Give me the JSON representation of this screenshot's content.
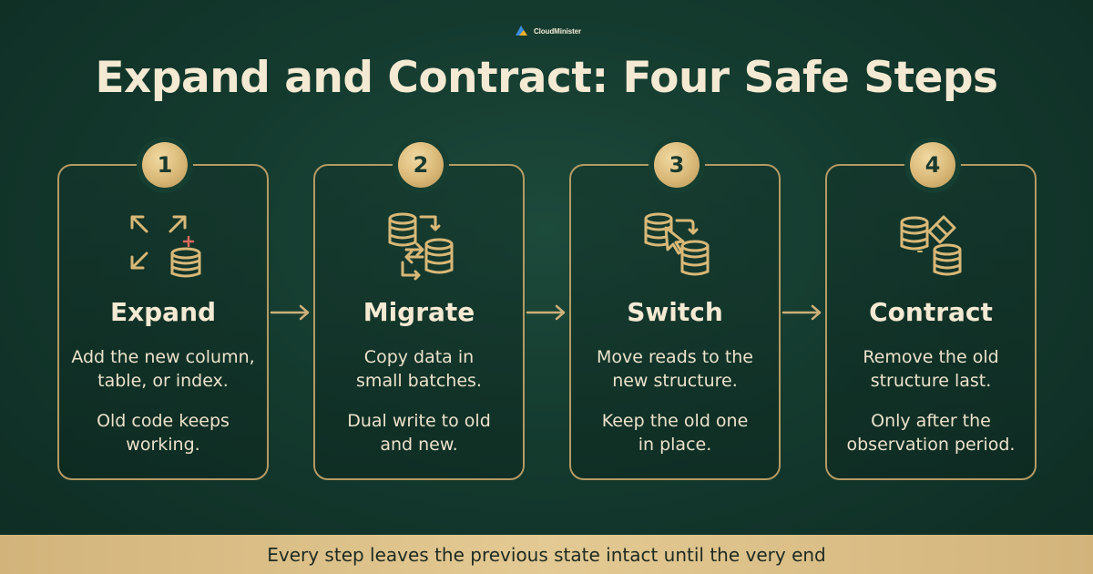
{
  "brand": {
    "name": "CloudMinister",
    "logo_icon": "cloud-logo-icon"
  },
  "title": "Expand and Contract: Four Safe Steps",
  "colors": {
    "background": "#143a2e",
    "accent_gold": "#d9b877",
    "text": "#f4e9d2",
    "footer_band": "#dcc08a"
  },
  "steps": [
    {
      "number": "1",
      "title": "Expand",
      "icon": "expand-database-icon",
      "line1": "Add the new column,\ntable, or index.",
      "line2": "Old code keeps\nworking."
    },
    {
      "number": "2",
      "title": "Migrate",
      "icon": "migrate-database-icon",
      "line1": "Copy data in\nsmall batches.",
      "line2": "Dual write to old\nand new."
    },
    {
      "number": "3",
      "title": "Switch",
      "icon": "switch-database-icon",
      "line1": "Move reads to the\nnew structure.",
      "line2": "Keep the old one\nin place."
    },
    {
      "number": "4",
      "title": "Contract",
      "icon": "contract-database-icon",
      "line1": "Remove the old\nstructure last.",
      "line2": "Only after the\nobservation period."
    }
  ],
  "footer": "Every step leaves the previous state intact until the very end"
}
